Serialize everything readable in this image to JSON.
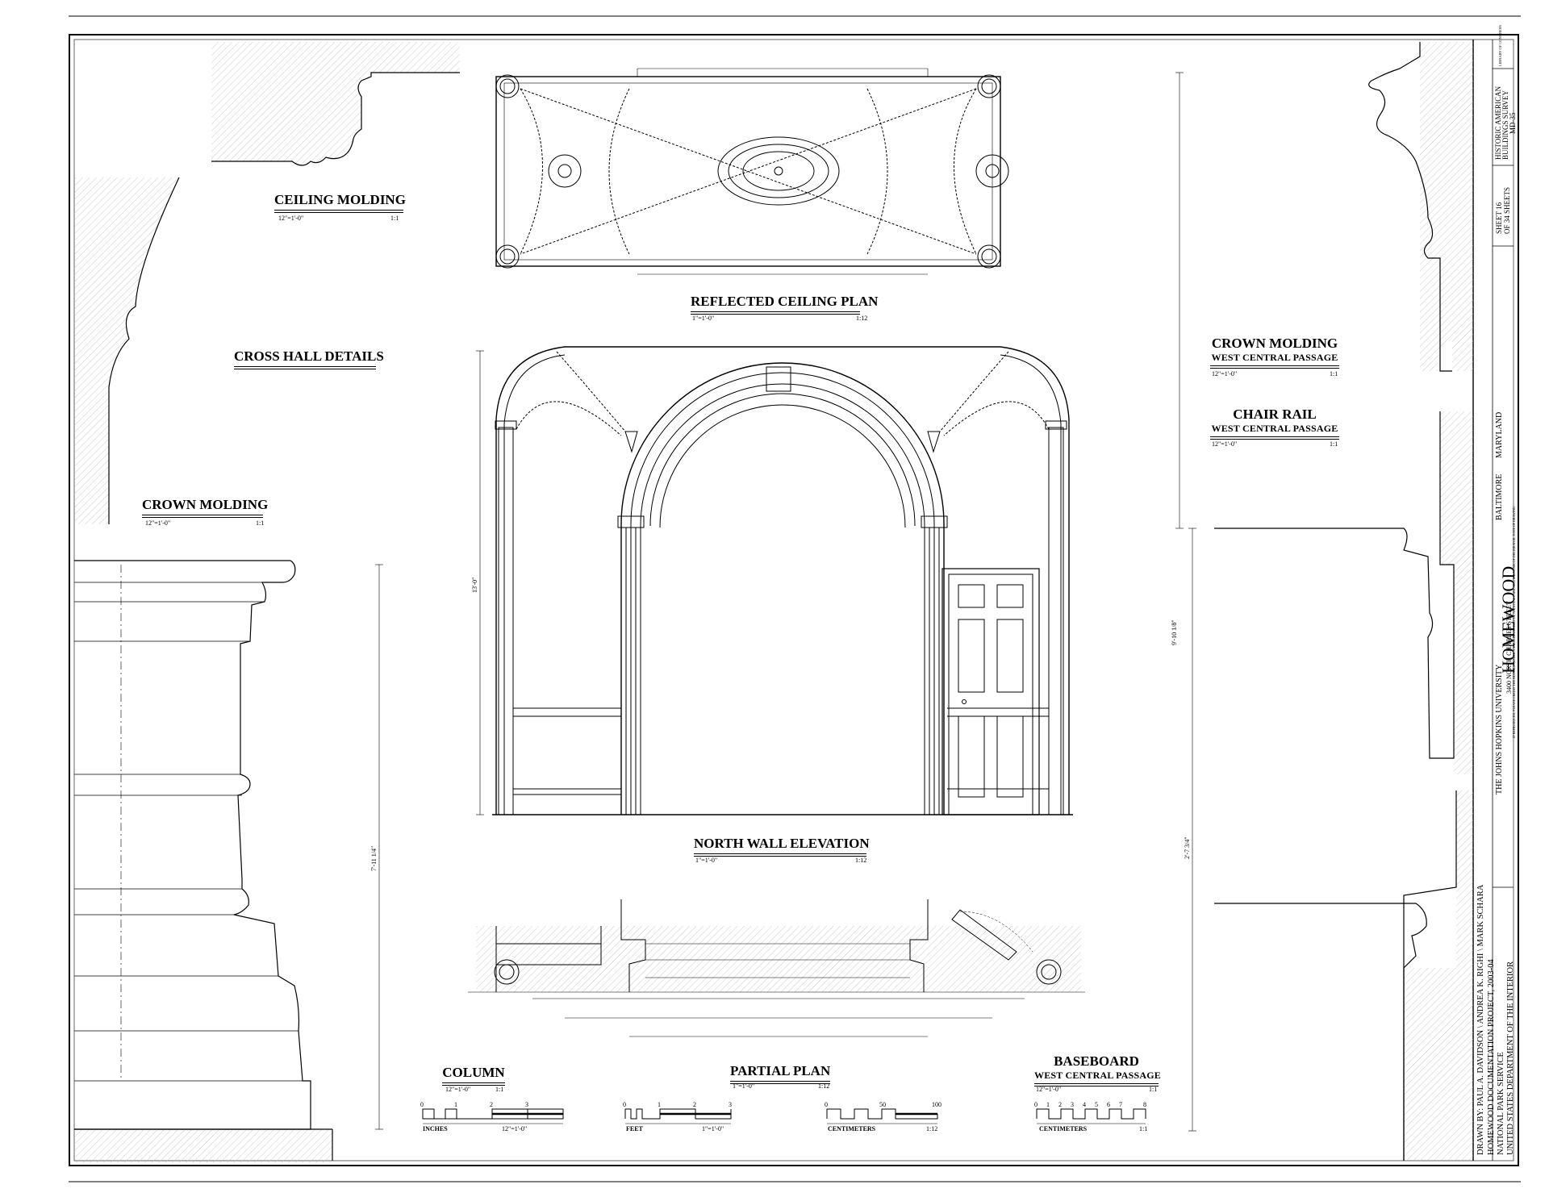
{
  "titles": {
    "ceiling_molding": "CEILING MOLDING",
    "ceiling_molding_scale": [
      "12\"=1'-0\"",
      "1:1"
    ],
    "cross_hall": "CROSS HALL DETAILS",
    "crown_left": "CROWN MOLDING",
    "crown_left_scale": [
      "12\"=1'-0\"",
      "1:1"
    ],
    "rcp": "REFLECTED CEILING PLAN",
    "rcp_scale": [
      "1\"=1'-0\"",
      "1:12"
    ],
    "north_wall": "NORTH WALL ELEVATION",
    "north_wall_scale": [
      "1\"=1'-0\"",
      "1:12"
    ],
    "crown_right": "CROWN MOLDING",
    "crown_right_sub": "WEST CENTRAL PASSAGE",
    "crown_right_scale": [
      "12\"=1'-0\"",
      "1:1"
    ],
    "chair_rail": "CHAIR RAIL",
    "chair_rail_sub": "WEST CENTRAL PASSAGE",
    "chair_rail_scale": [
      "12\"=1'-0\"",
      "1:1"
    ],
    "column": "COLUMN",
    "column_scale": [
      "12\"=1'-0\"",
      "1:1"
    ],
    "partial_plan": "PARTIAL PLAN",
    "partial_plan_scale": [
      "1\"=1'-0\"",
      "1:12"
    ],
    "baseboard": "BASEBOARD",
    "baseboard_sub": "WEST CENTRAL PASSAGE",
    "baseboard_scale": [
      "12\"=1'-0\"",
      "1:1"
    ]
  },
  "dimensions": {
    "elevation_height": "13'-0\"",
    "column_height": "7'-11 1/4\"",
    "chair_rail_height": "9'-10 1/8\"",
    "baseboard_height": "2'-7 3/4\""
  },
  "scale_bars": {
    "inches": {
      "ticks": [
        "0",
        "1",
        "2",
        "3"
      ],
      "unit": "INCHES",
      "ratio": "12\"=1'-0\""
    },
    "feet": {
      "ticks": [
        "0",
        "1",
        "2",
        "3"
      ],
      "unit": "FEET",
      "ratio": "1\"=1'-0\""
    },
    "cm_plan": {
      "ticks": [
        "0",
        "50",
        "100"
      ],
      "unit": "CENTIMETERS",
      "ratio": "1:12"
    },
    "cm_base": {
      "ticks": [
        "0",
        "1",
        "2",
        "3",
        "4",
        "5",
        "6",
        "7",
        "8"
      ],
      "unit": "CENTIMETERS",
      "ratio": "1:1"
    }
  },
  "title_block": {
    "drawn_by": "DRAWN BY: PAUL A. DAVIDSON  \\  ANDREA K. RIGHI  \\  MARK SCHARA",
    "project": "HOMEWOOD DOCUMENTATION PROJECT, 2003-04",
    "agency": "NATIONAL PARK SERVICE",
    "department": "UNITED STATES DEPARTMENT OF THE INTERIOR",
    "building": "HOMEWOOD",
    "address": "3400 NORTH CHARLES STREET",
    "owner": "THE JOHNS HOPKINS UNIVERSITY",
    "city": "BALTIMORE",
    "state": "MARYLAND",
    "credit": "IF REPRODUCED, PLEASE CREDIT THE HISTORIC AMERICAN BUILDINGS SURVEY, NATIONAL PARK SERVICE, NAME OF DELINEATOR, DATE OF DRAWING",
    "sheet": "SHEET 16",
    "sheet_of": "OF 34 SHEETS",
    "survey": "HISTORIC AMERICAN",
    "survey2": "BUILDINGS SURVEY",
    "survey_no": "MD-35",
    "loc": "LIBRARY OF CONGRESS"
  }
}
